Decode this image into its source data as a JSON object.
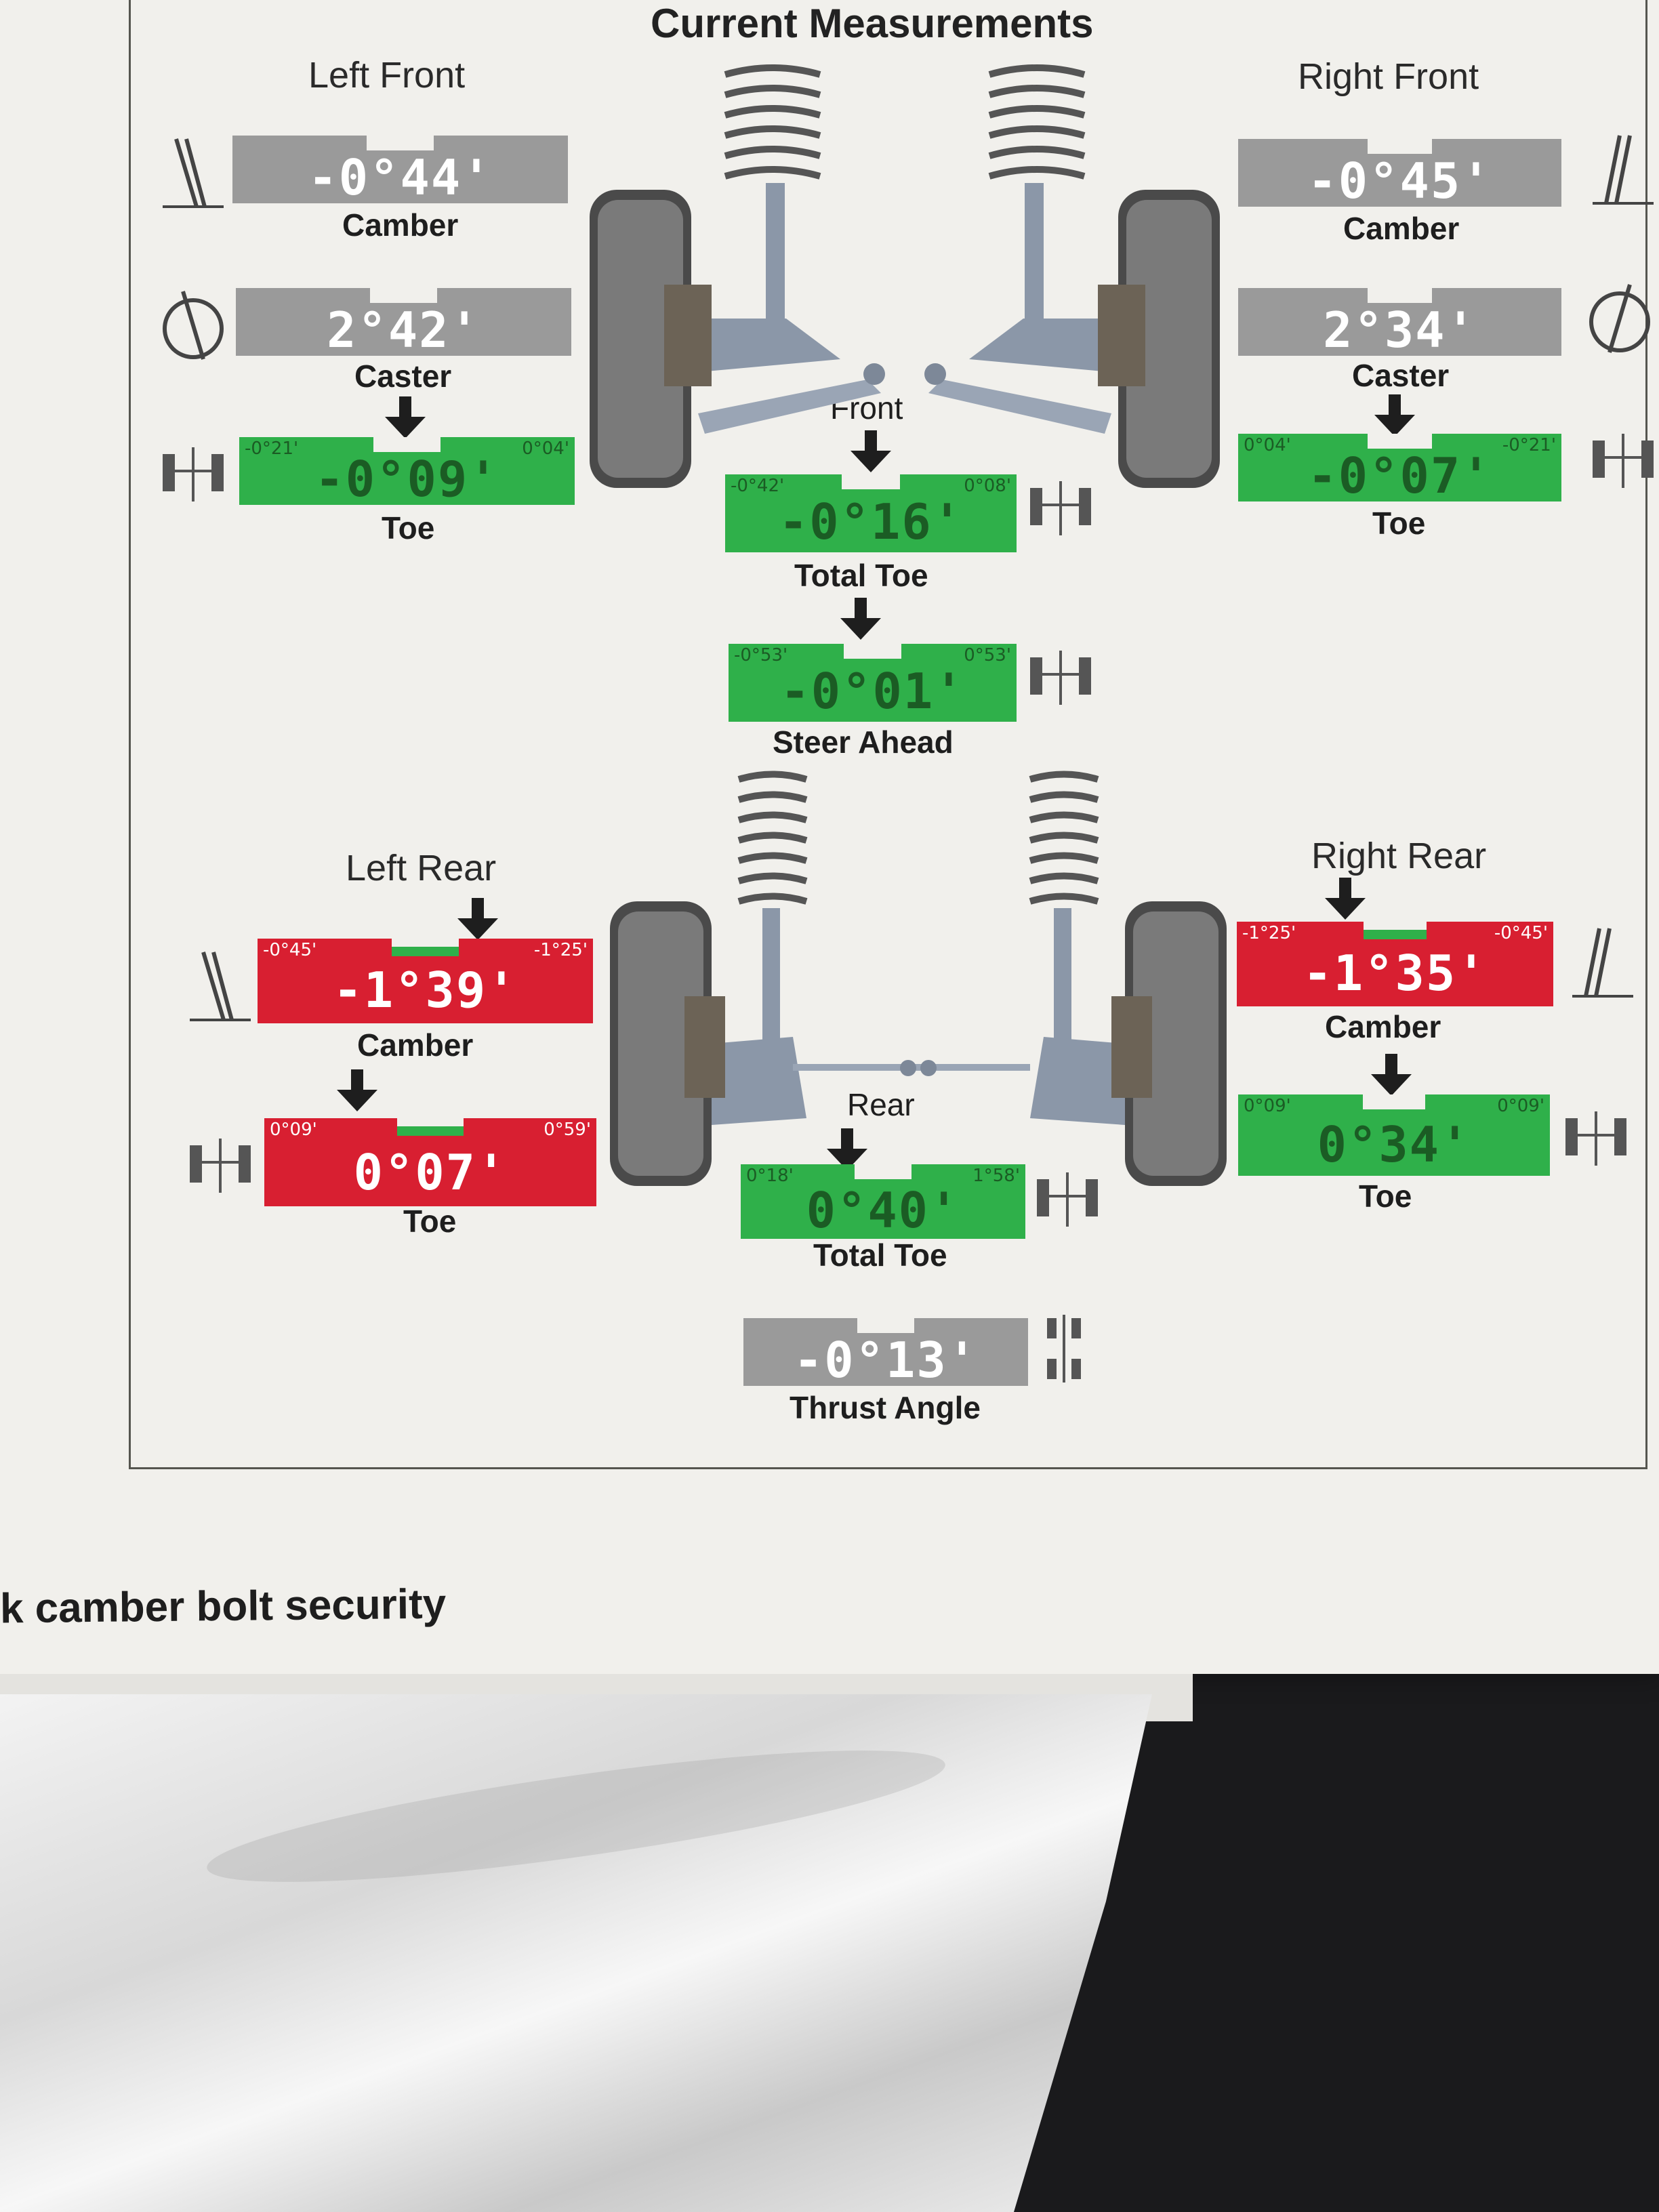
{
  "title": "Current Measurements",
  "corners": {
    "left_front": "Left Front",
    "right_front": "Right Front",
    "left_rear": "Left Rear",
    "right_rear": "Right Rear",
    "front": "Front",
    "rear": "Rear"
  },
  "gauges": {
    "lf_camber": {
      "value": "-0°44'",
      "label": "Camber",
      "status": "gray"
    },
    "lf_caster": {
      "value": "2°42'",
      "label": "Caster",
      "status": "gray"
    },
    "lf_toe": {
      "value": "-0°09'",
      "label": "Toe",
      "status": "green",
      "min": "-0°21'",
      "max": "0°04'"
    },
    "rf_camber": {
      "value": "-0°45'",
      "label": "Camber",
      "status": "gray"
    },
    "rf_caster": {
      "value": "2°34'",
      "label": "Caster",
      "status": "gray"
    },
    "rf_toe": {
      "value": "-0°07'",
      "label": "Toe",
      "status": "green",
      "min": "0°04'",
      "max": "-0°21'"
    },
    "front_total_toe": {
      "value": "-0°16'",
      "label": "Total Toe",
      "status": "green",
      "min": "-0°42'",
      "max": "0°08'"
    },
    "steer_ahead": {
      "value": "-0°01'",
      "label": "Steer Ahead",
      "status": "green",
      "min": "-0°53'",
      "max": "0°53'"
    },
    "lr_camber": {
      "value": "-1°39'",
      "label": "Camber",
      "status": "red",
      "min": "-0°45'",
      "max": "-1°25'"
    },
    "lr_toe": {
      "value": "0°07'",
      "label": "Toe",
      "status": "red",
      "min": "0°09'",
      "max": "0°59'"
    },
    "rr_camber": {
      "value": "-1°35'",
      "label": "Camber",
      "status": "red",
      "min": "-1°25'",
      "max": "-0°45'"
    },
    "rr_toe": {
      "value": "0°34'",
      "label": "Toe",
      "status": "green",
      "min": "0°09'",
      "max": "0°09'"
    },
    "rear_total_toe": {
      "value": "0°40'",
      "label": "Total Toe",
      "status": "green",
      "min": "0°18'",
      "max": "1°58'"
    },
    "thrust_angle": {
      "value": "-0°13'",
      "label": "Thrust Angle",
      "status": "gray"
    }
  },
  "footer_text": "k camber bolt security",
  "colors": {
    "in_spec": "#2fb04a",
    "out_of_spec": "#d81f31",
    "no_spec": "#9a9a9a"
  },
  "icons": [
    "camber-icon",
    "caster-icon",
    "toe-icon",
    "total-toe-icon",
    "steer-ahead-icon",
    "thrust-angle-icon",
    "front-suspension-icon",
    "rear-suspension-icon"
  ]
}
